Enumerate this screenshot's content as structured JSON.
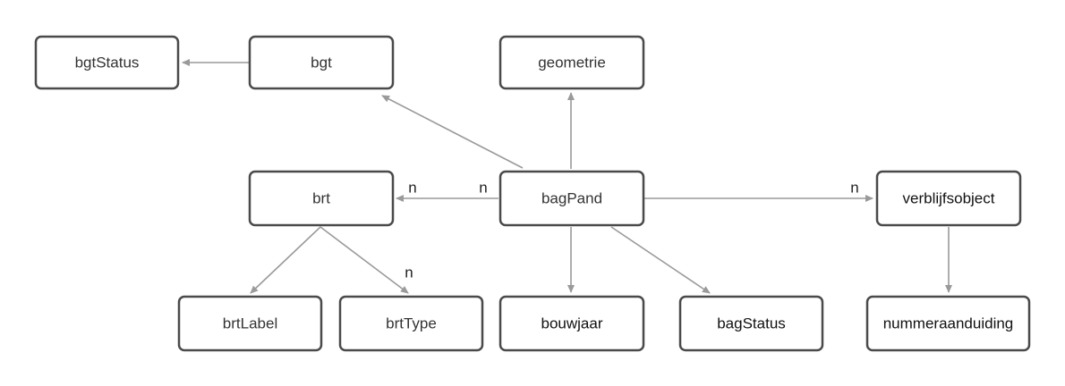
{
  "nodes": {
    "bgtStatus": "bgtStatus",
    "bgt": "bgt",
    "geometrie": "geometrie",
    "brt": "brt",
    "bagPand": "bagPand",
    "verblijfsobject": "verblijfsobject",
    "brtLabel": "brtLabel",
    "brtType": "brtType",
    "bouwjaar": "bouwjaar",
    "bagStatus": "bagStatus",
    "nummeraanduiding": "nummeraanduiding"
  },
  "cardinalities": {
    "brt_near_brt": "n",
    "brt_near_bagPand": "n",
    "verblijfsobject": "n",
    "brtType": "n"
  },
  "colors": {
    "node_border": "#4a4a4a",
    "edge": "#9a9a9a",
    "background": "#ffffff"
  }
}
